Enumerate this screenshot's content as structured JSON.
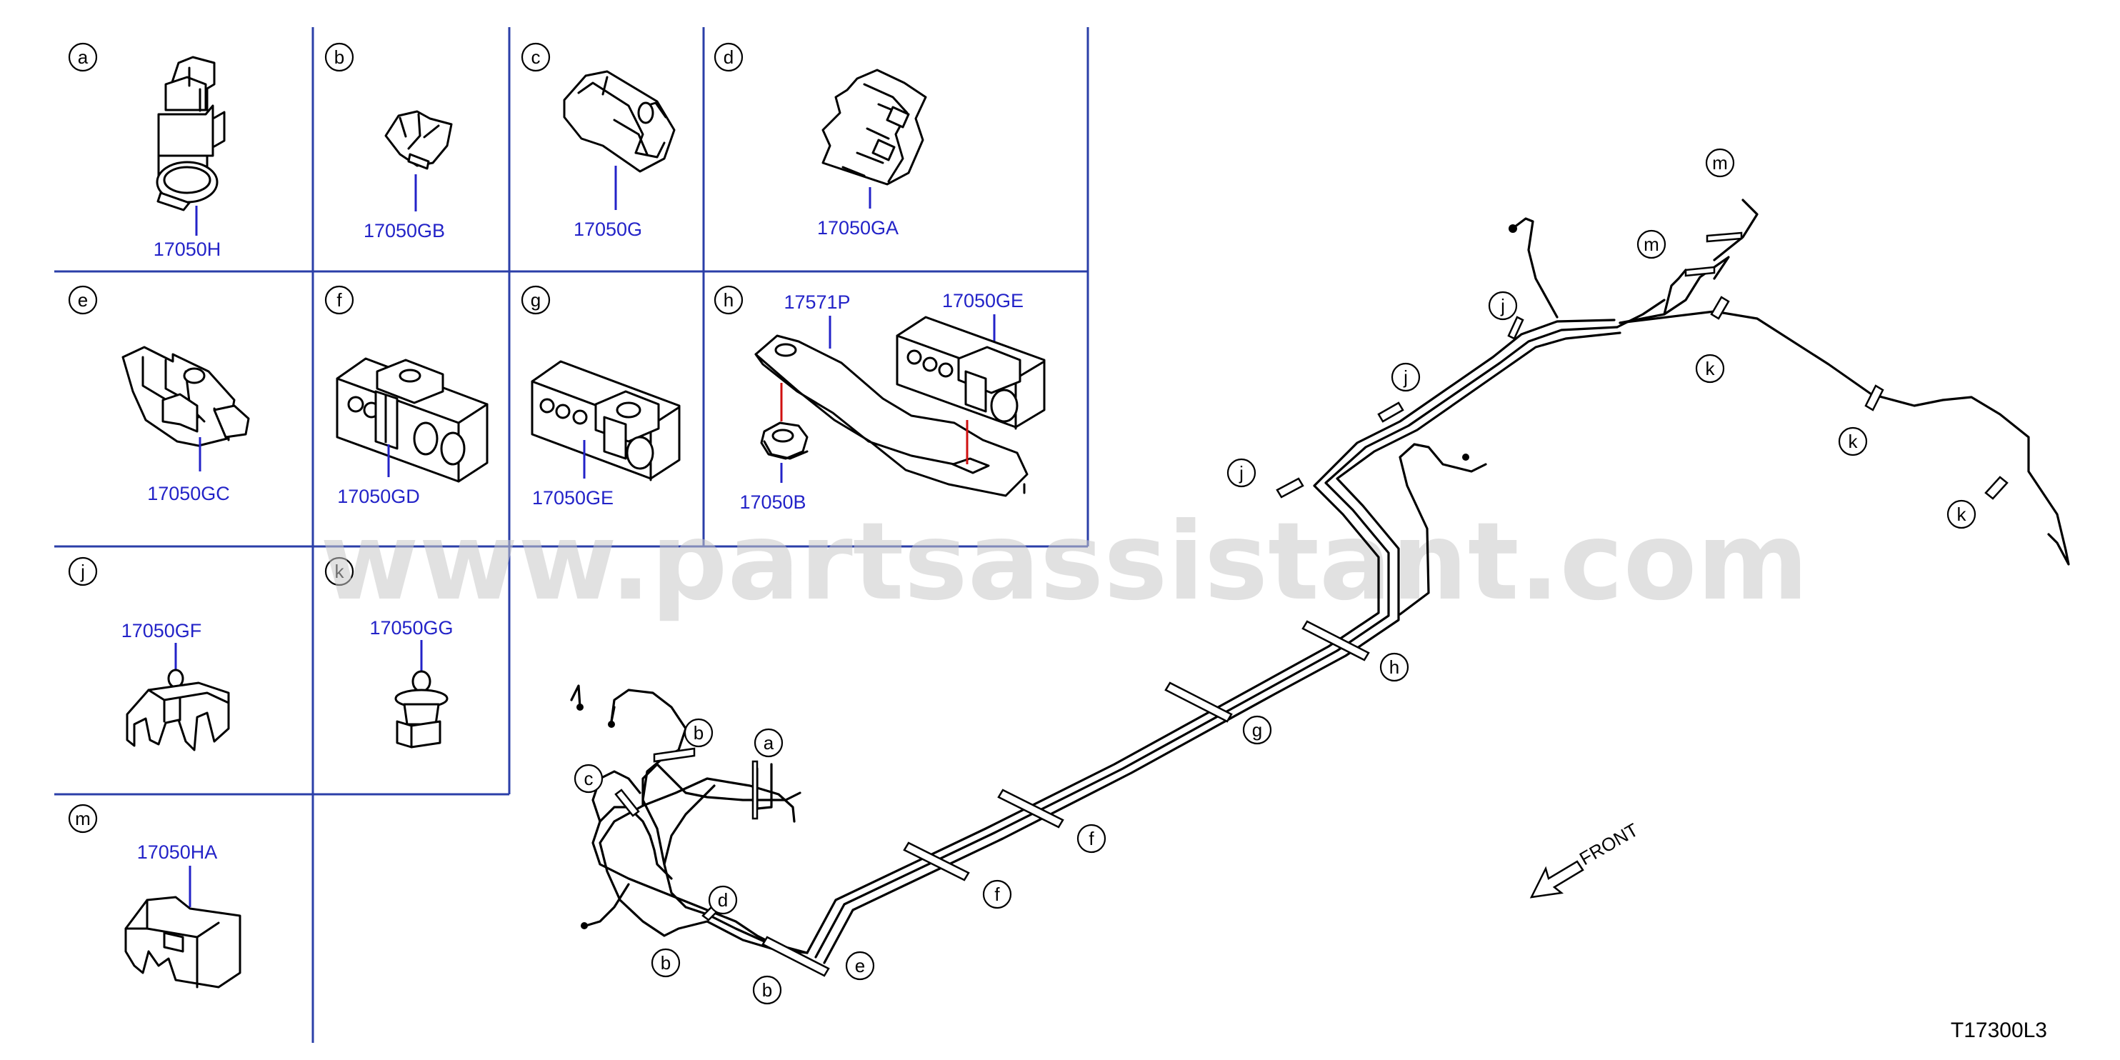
{
  "watermark": "www.partsassistant.com",
  "diagram_id": "T17300L3",
  "front_label": "FRONT",
  "panels": [
    {
      "letter": "a",
      "part_number": "17050H"
    },
    {
      "letter": "b",
      "part_number": "17050GB"
    },
    {
      "letter": "c",
      "part_number": "17050G"
    },
    {
      "letter": "d",
      "part_number": "17050GA"
    },
    {
      "letter": "e",
      "part_number": "17050GC"
    },
    {
      "letter": "f",
      "part_number": "17050GD"
    },
    {
      "letter": "g",
      "part_number": "17050GE"
    },
    {
      "letter": "h",
      "part_numbers": [
        "17571P",
        "17050GE",
        "17050B"
      ]
    },
    {
      "letter": "j",
      "part_number": "17050GF"
    },
    {
      "letter": "k",
      "part_number": "17050GG"
    },
    {
      "letter": "m",
      "part_number": "17050HA"
    }
  ],
  "assembly_callouts": [
    "m",
    "m",
    "j",
    "k",
    "j",
    "k",
    "j",
    "k",
    "h",
    "g",
    "b",
    "a",
    "c",
    "f",
    "f",
    "d",
    "e",
    "b",
    "b"
  ]
}
